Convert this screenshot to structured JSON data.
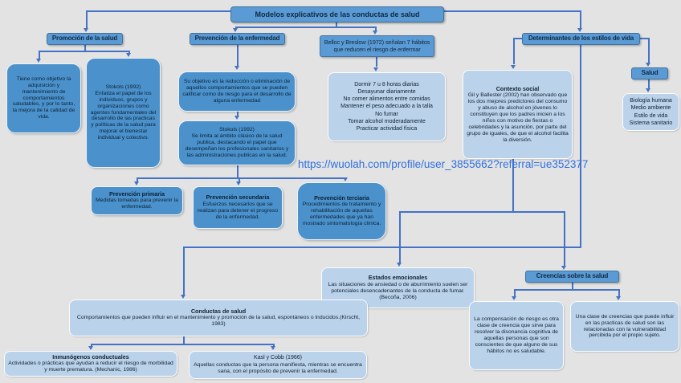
{
  "colors": {
    "background": "#e3e3e3",
    "header_fill": "#5b9bd5",
    "header_border": "#41719c",
    "node_fill": "#4b92cc",
    "light_fill": "#bad3eb",
    "line": "#4472c4",
    "url_text": "#2d6fe0"
  },
  "title": {
    "label": "Modelos explicativos de las conductas de salud"
  },
  "url_watermark": "https://wuolah.com/profile/user_3855662?referral=ue352377",
  "nodes": {
    "promocion": {
      "header": "Promoción de la salud",
      "objetivo": "Tiene como objetivo la adquisición y mantenimiento de comportamientos saludables, y por lo tanto, la mejora de la calidad de vida.",
      "stokols": "Stokols (1992)\nEnfatiza el papel de los individuos, grupos y organizaciones como agentes fundamentales del desarrollo de las practicas y políticas de la salud para mejorar el bienestar individual y colectivo."
    },
    "prevencion": {
      "header": "Prevención de la enfermedad",
      "objetivo": "Su objetivo es la reducción o eliminación de aquellos comportamientos que se pueden calificar como de riesgo para el desarrollo de alguna enfermedad",
      "stokols": "Stokols (1992)\nSe limita al ámbito clásico de la salud publica, destacando el papel que desempeñan los profesionales sanitarios y las administraciones publicas en la salud.",
      "primaria": {
        "title": "Prevención primaria",
        "body": "Medidas tomadas para prevenir la enfermedad."
      },
      "secundaria": {
        "title": "Prevención secundaria",
        "body": "Esfuerzos necesarios que se realizan para detener el progreso de la enfermedad."
      },
      "terciaria": {
        "title": "Prevención terciaria",
        "body": "Procedimientos de tratamiento y rehabilitación de aquellas enfermedades que ya han mostrado sintomatología clínica."
      }
    },
    "belloc": {
      "header": "Belloc y Breslow (1972) señalan 7 hábitos que reducen el riesgo de enfermar",
      "habitos": "Dormir 7 u 8 horas diarias\nDesayunar diariamente\nNo comer alimentos entre comidas\nMantener el peso adecuado a la talla\nNo fumar\nTomar alcohol moderadamente\nPracticar actividad física"
    },
    "determinantes": {
      "header": "Determinantes de los estilos de vida",
      "contexto_social": {
        "title": "Contexto social",
        "body": "Gil y Ballester (2002) han observado que los dos mejores predictores del consumo y abuso de alcohol en jóvenes lo constituyen que los padres inicien a los niños con motivo de fiestas o celebridades y la asunción, por parte del grupo de iguales, de que el alcohol facilita la diversión."
      },
      "salud": {
        "header": "Salud",
        "items": "Biología humana\nMedio ambiente\nEstilo de vida\nSistema sanitario"
      }
    },
    "estados_emocionales": {
      "title": "Estados emocionales",
      "body": "Las situaciones de ansiedad o de aburrimiento suelen ser potenciales desencadenantes de la conducta de fumar. (Becoña, 2006)"
    },
    "creencias": {
      "header": "Creencias sobre la salud",
      "compensacion": "La compensación de riesgo es otra clase de creencia que sirve para resolver la disonancia cognitiva de aquellas personas que son conscientes de que alguno de sus hábitos no es saludable.",
      "vulnerabilidad": "Una clase de creencias que puede influir en las practicas de salud son las relacionadas con la vulnerabilidad percibida por el propio sujeto."
    },
    "conductas": {
      "title": "Conductas de salud",
      "body": "Comportamientos que pueden influir en el mantenimiento y promoción de la salud, espontáneos o inducidos.(Kirscht, 1983)",
      "inmunogenos": {
        "title": "Inmunógenos conductuales",
        "body": "Actividades o prácticas que ayudan a reducir el riesgo de morbilidad y muerte prematura. (Mechanic, 1986)"
      },
      "kasl": {
        "title": "Kasl y Cobb (1966)",
        "body": "Aquellas conductas que la persona manifiesta, mientras se encuentra sana, con el propósito de prevenir la enfermedad."
      }
    }
  }
}
